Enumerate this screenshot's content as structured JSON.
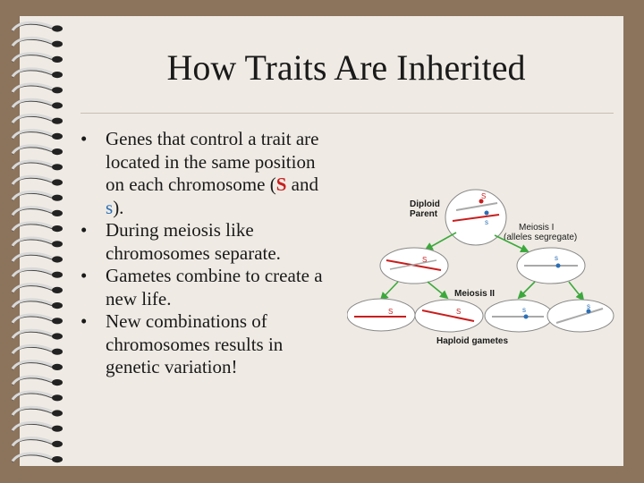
{
  "slide": {
    "title": "How Traits Are Inherited",
    "bullets": [
      {
        "pre": "Genes that control a trait are located in the same position on each chromosome (",
        "allele_dominant": "S",
        "mid": " and ",
        "allele_recessive": "s",
        "post": ")."
      },
      {
        "text": "During meiosis like chromosomes separate."
      },
      {
        "text": "Gametes combine to create a new life."
      },
      {
        "text": "New combinations of chromosomes results in genetic variation!"
      }
    ]
  },
  "diagram": {
    "label_diploid_1": "Diploid",
    "label_diploid_2": "Parent",
    "label_meiosis1_1": "Meiosis I",
    "label_meiosis1_2": "(alleles segregate)",
    "label_meiosis2": "Meiosis II",
    "label_haploid": "Haploid gametes",
    "allele_S": "S",
    "allele_s": "s"
  },
  "colors": {
    "frame": "#8b735c",
    "page": "#efebe4",
    "dominant_allele": "#c81e1e",
    "recessive_allele": "#2a6fb5",
    "arrow": "#3ca83c"
  }
}
